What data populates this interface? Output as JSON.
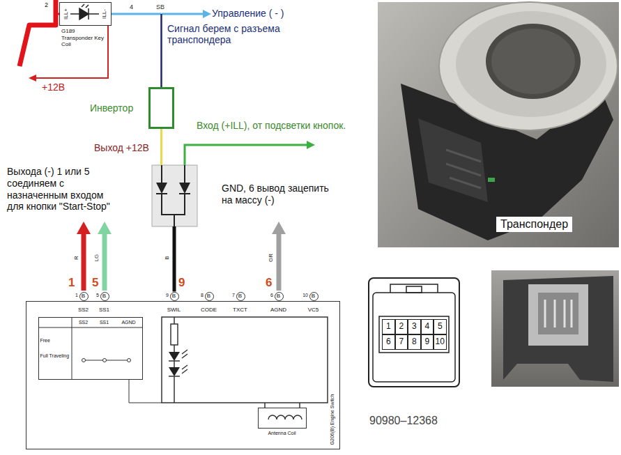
{
  "diagram": {
    "nodes": [
      {
        "text": [
          "ILL+",
          "ILL-",
          "G189 Transponder Key Coil"
        ]
      },
      {
        "text": [
          "Инвертор"
        ]
      },
      {
        "text": [
          "B"
        ]
      },
      {
        "text": [
          "B"
        ]
      },
      {
        "text": [
          "B"
        ]
      },
      {
        "text": [
          "B"
        ]
      },
      {
        "text": [
          "B"
        ]
      },
      {
        "text": [
          "B"
        ]
      },
      {
        "text": [
          "B"
        ]
      },
      {
        "text": [
          "SS2",
          "SS1",
          "SWIL",
          "CODE",
          "TXCT",
          "AGND",
          "VC5",
          "G206(B) Engine Switch"
        ]
      },
      {
        "text": [
          "SS2",
          "SS1",
          "AGND",
          "Free",
          "Full Traveling"
        ],
        "in": 9
      },
      {
        "text": [
          "Antenna Coil"
        ],
        "in": 9
      },
      {
        "text": [
          "Транспондер"
        ]
      },
      {
        "text": [
          "90980–12368"
        ]
      },
      {
        "text": [
          "1"
        ],
        "in": 13
      },
      {
        "text": [
          "2"
        ],
        "in": 13
      },
      {
        "text": [
          "3"
        ],
        "in": 13
      },
      {
        "text": [
          "4"
        ],
        "in": 13
      },
      {
        "text": [
          "5"
        ],
        "in": 13
      },
      {
        "text": [
          "6"
        ],
        "in": 13
      },
      {
        "text": [
          "7"
        ],
        "in": 13
      },
      {
        "text": [
          "8"
        ],
        "in": 13
      },
      {
        "text": [
          "9"
        ],
        "in": 13
      },
      {
        "text": [
          "10"
        ],
        "in": 13
      }
    ],
    "edges": [
      {
        "from": 0,
        "to": 1,
        "arrow": "none"
      },
      {
        "from": 1,
        "to": 4,
        "label": "Выход +12В",
        "arrow": "none"
      }
    ],
    "labels": [
      "2",
      "4",
      "SB",
      "Управление ( - )",
      "Сигнал берем с разъема транспондера",
      "+12В",
      "Вход (+ILL), от подсветки кнопок.",
      "Выхода (-) 1 или 5 соединяем с назначенным входом для кнопки \"Start-Stop\"",
      "GND, 6 вывод зацепить на массу (-)",
      "R",
      "LG",
      "B",
      "GR",
      "1",
      "5",
      "9",
      "6",
      "1",
      "5",
      "9",
      "8",
      "7",
      "6",
      "10"
    ]
  }
}
